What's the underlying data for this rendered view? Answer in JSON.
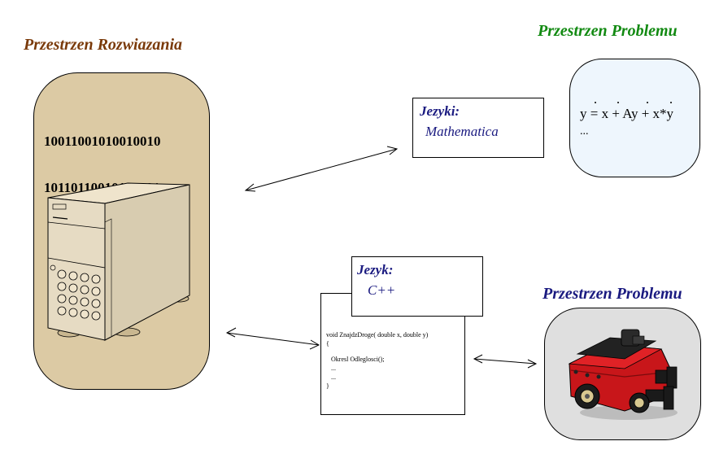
{
  "diagram": {
    "solution_space": {
      "title": "Przestrzen Rozwiazania",
      "title_color": "#7a3a0a",
      "binary_lines": [
        "10011001010010010",
        "10110110010100101"
      ],
      "fill_color": "#dccaa4"
    },
    "problem_space_top": {
      "title": "Przestrzen Problemu",
      "title_color": "#128a12",
      "equation": "y = x + Ay + x*y",
      "ellipsis": "...",
      "fill_color": "#eef6fd"
    },
    "problem_space_bottom": {
      "title": "Przestrzen Problemu",
      "title_color": "#1a1a80",
      "fill_color": "#dfdfdf"
    },
    "language_top": {
      "label": "Jezyki:",
      "value": "Mathematica"
    },
    "language_bottom": {
      "label": "Jezyk:",
      "value": "C++"
    },
    "code": {
      "lines": [
        "void ZnajdzDroge( double x, double y)",
        "{",
        "Okresl Odleglosci();",
        "...",
        "...",
        "}"
      ]
    },
    "icons": {
      "computer": "server-tower-icon",
      "robot": "mobile-robot-icon"
    }
  }
}
